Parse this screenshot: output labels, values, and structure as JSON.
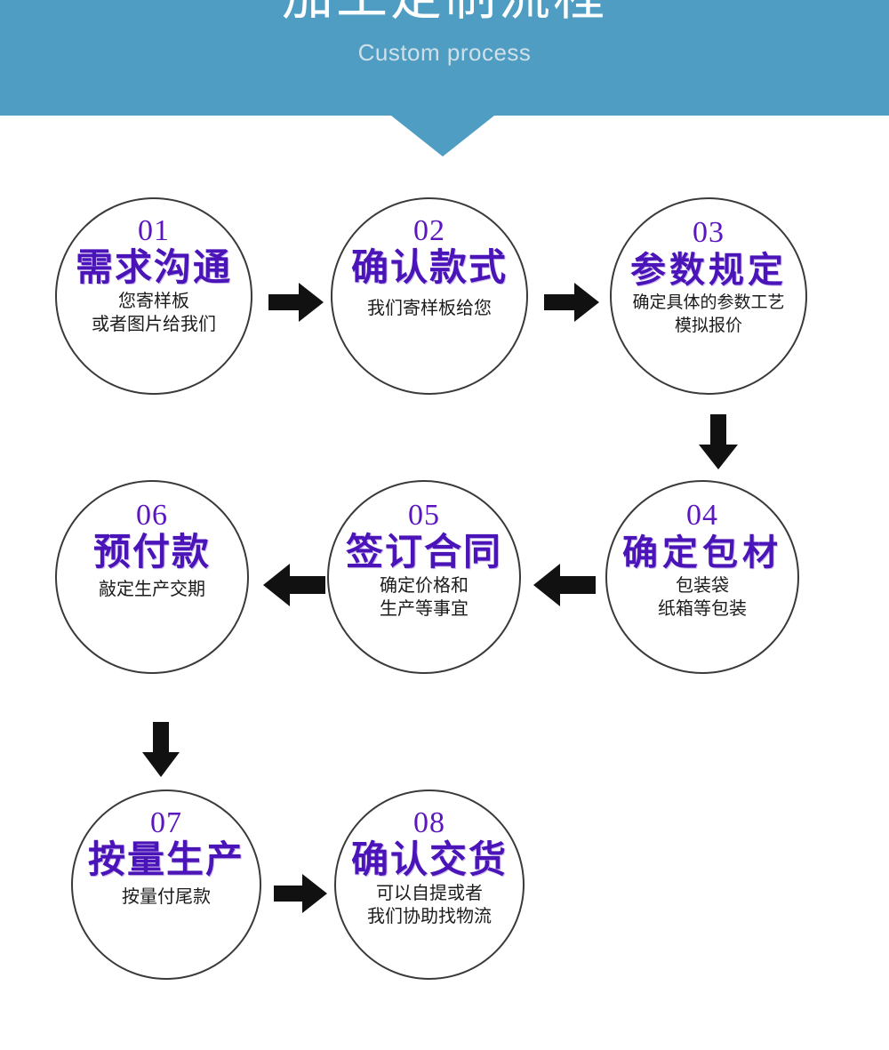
{
  "header": {
    "title": "一加工定制流程一",
    "subtitle": "Custom process",
    "background_color": "#4f9dc2",
    "title_color": "#ffffff",
    "subtitle_color": "#cfe0e9",
    "pointer_icon": "chevron-down-banner-icon"
  },
  "theme": {
    "number_color": "#5b16c0",
    "title_color": "#4a14b8",
    "desc_color": "#1b1b1b",
    "circle_border_color": "#3a3a3a",
    "arrow_color": "#111111"
  },
  "flow": {
    "steps": [
      {
        "number": "01",
        "title": "需求沟通",
        "desc_lines": [
          "您寄样板",
          "或者图片给我们"
        ]
      },
      {
        "number": "02",
        "title": "确认款式",
        "desc_lines": [
          "我们寄样板给您"
        ]
      },
      {
        "number": "03",
        "title": "参数规定",
        "desc_lines": [
          "确定具体的参数工艺",
          "模拟报价"
        ]
      },
      {
        "number": "04",
        "title": "确定包材",
        "desc_lines": [
          "包装袋",
          "纸箱等包装"
        ]
      },
      {
        "number": "05",
        "title": "签订合同",
        "desc_lines": [
          "确定价格和",
          "生产等事宜"
        ]
      },
      {
        "number": "06",
        "title": "预付款",
        "desc_lines": [
          "敲定生产交期"
        ]
      },
      {
        "number": "07",
        "title": "按量生产",
        "desc_lines": [
          "按量付尾款"
        ]
      },
      {
        "number": "08",
        "title": "确认交货",
        "desc_lines": [
          "可以自提或者",
          "我们协助找物流"
        ]
      }
    ],
    "connectors": [
      {
        "from": "01",
        "to": "02",
        "direction": "right"
      },
      {
        "from": "02",
        "to": "03",
        "direction": "right"
      },
      {
        "from": "03",
        "to": "04",
        "direction": "down"
      },
      {
        "from": "04",
        "to": "05",
        "direction": "left"
      },
      {
        "from": "05",
        "to": "06",
        "direction": "left"
      },
      {
        "from": "06",
        "to": "07",
        "direction": "down"
      },
      {
        "from": "07",
        "to": "08",
        "direction": "right"
      }
    ]
  }
}
